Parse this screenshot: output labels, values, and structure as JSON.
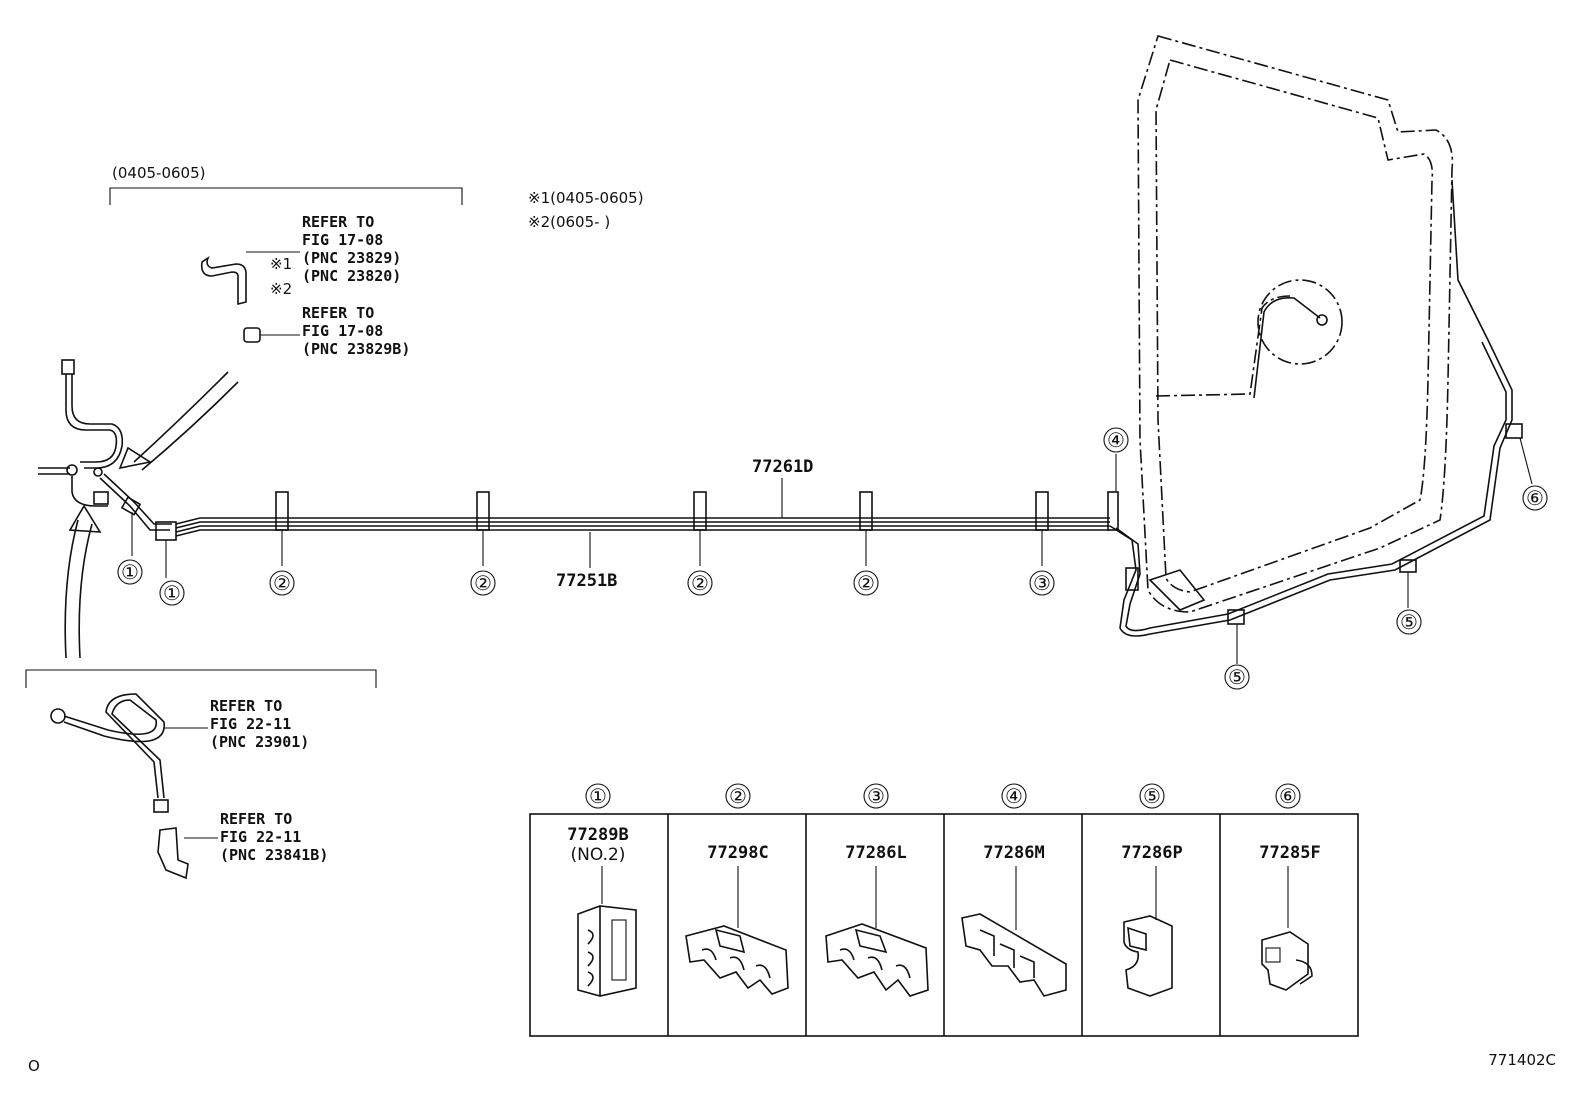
{
  "date_range_top": "(0405-0605)",
  "notes": {
    "note1": "※1(0405-0605)",
    "note2": "※2(0605-      )"
  },
  "refer_blocks": [
    {
      "lines": [
        "REFER TO",
        "FIG 17-08",
        "(PNC 23829)",
        "(PNC 23820)"
      ],
      "marks": [
        "※1",
        "※2"
      ]
    },
    {
      "lines": [
        "REFER TO",
        "FIG 17-08",
        "(PNC 23829B)"
      ]
    },
    {
      "lines": [
        "REFER TO",
        "FIG 22-11",
        "(PNC 23901)"
      ]
    },
    {
      "lines": [
        "REFER TO",
        "FIG 22-11",
        "(PNC 23841B)"
      ]
    }
  ],
  "tube_labels": {
    "upper": "77261D",
    "lower": "77251B"
  },
  "callouts_main": [
    "①",
    "①",
    "②",
    "②",
    "②",
    "②",
    "③",
    "④",
    "⑤",
    "⑤",
    "⑥"
  ],
  "parts_table": [
    {
      "circle": "①",
      "part": "77289B",
      "sub": "(NO.2)"
    },
    {
      "circle": "②",
      "part": "77298C",
      "sub": ""
    },
    {
      "circle": "③",
      "part": "77286L",
      "sub": ""
    },
    {
      "circle": "④",
      "part": "77286M",
      "sub": ""
    },
    {
      "circle": "⑤",
      "part": "77286P",
      "sub": ""
    },
    {
      "circle": "⑥",
      "part": "77285F",
      "sub": ""
    }
  ],
  "footer": {
    "left": "O",
    "right": "771402C"
  }
}
